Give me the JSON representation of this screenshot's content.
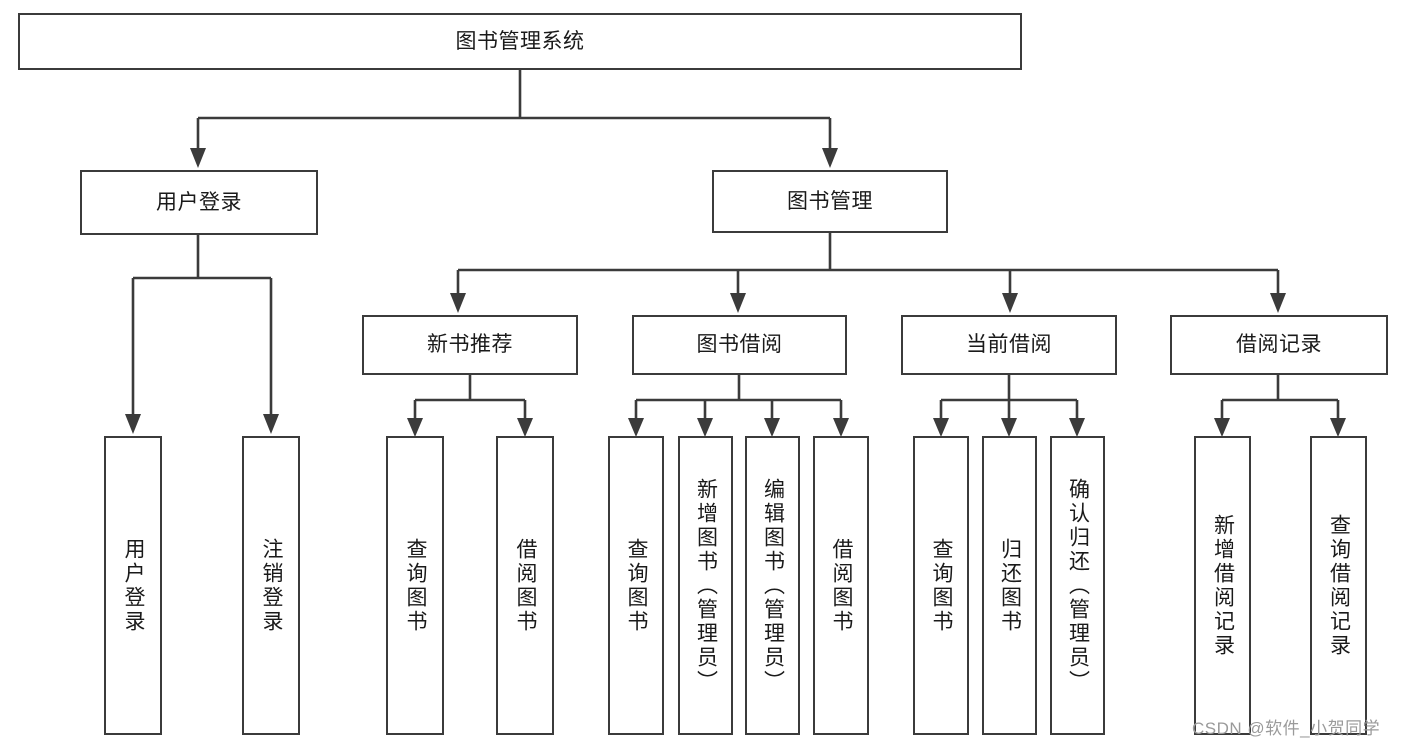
{
  "diagram": {
    "type": "tree-hierarchy",
    "title": "图书管理系统",
    "root": {
      "id": "root",
      "label": "图书管理系统",
      "orientation": "horizontal"
    },
    "level1": [
      {
        "id": "user-login",
        "label": "用户登录",
        "orientation": "horizontal"
      },
      {
        "id": "book-manage",
        "label": "图书管理",
        "orientation": "horizontal"
      }
    ],
    "level2": [
      {
        "id": "new-book-recommend",
        "label": "新书推荐",
        "orientation": "horizontal",
        "parent": "book-manage"
      },
      {
        "id": "book-borrow",
        "label": "图书借阅",
        "orientation": "horizontal",
        "parent": "book-manage"
      },
      {
        "id": "current-borrow",
        "label": "当前借阅",
        "orientation": "horizontal",
        "parent": "book-manage"
      },
      {
        "id": "borrow-record",
        "label": "借阅记录",
        "orientation": "horizontal",
        "parent": "book-manage"
      }
    ],
    "leaves": [
      {
        "id": "leaf-user-login",
        "label": "用户登录",
        "parent": "user-login",
        "orientation": "vertical"
      },
      {
        "id": "leaf-logout-login",
        "label": "注销登录",
        "parent": "user-login",
        "orientation": "vertical"
      },
      {
        "id": "leaf-query-book-1",
        "label": "查询图书",
        "parent": "new-book-recommend",
        "orientation": "vertical"
      },
      {
        "id": "leaf-borrow-book-1",
        "label": "借阅图书",
        "parent": "new-book-recommend",
        "orientation": "vertical"
      },
      {
        "id": "leaf-query-book-2",
        "label": "查询图书",
        "parent": "book-borrow",
        "orientation": "vertical"
      },
      {
        "id": "leaf-add-book",
        "label": "新增图书（管理员）",
        "parent": "book-borrow",
        "orientation": "vertical"
      },
      {
        "id": "leaf-edit-book",
        "label": "编辑图书（管理员）",
        "parent": "book-borrow",
        "orientation": "vertical"
      },
      {
        "id": "leaf-borrow-book-2",
        "label": "借阅图书",
        "parent": "book-borrow",
        "orientation": "vertical"
      },
      {
        "id": "leaf-query-book-3",
        "label": "查询图书",
        "parent": "current-borrow",
        "orientation": "vertical"
      },
      {
        "id": "leaf-return-book",
        "label": "归还图书",
        "parent": "current-borrow",
        "orientation": "vertical"
      },
      {
        "id": "leaf-confirm-return",
        "label": "确认归还（管理员）",
        "parent": "current-borrow",
        "orientation": "vertical"
      },
      {
        "id": "leaf-add-record",
        "label": "新增借阅记录",
        "parent": "borrow-record",
        "orientation": "vertical"
      },
      {
        "id": "leaf-query-record",
        "label": "查询借阅记录",
        "parent": "borrow-record",
        "orientation": "vertical"
      }
    ],
    "watermark": "CSDN @软件_小贺同学",
    "colors": {
      "stroke": "#3b3b3b",
      "fill": "#ffffff",
      "text": "#1a1a1a",
      "watermark": "#9a9a9a"
    }
  }
}
